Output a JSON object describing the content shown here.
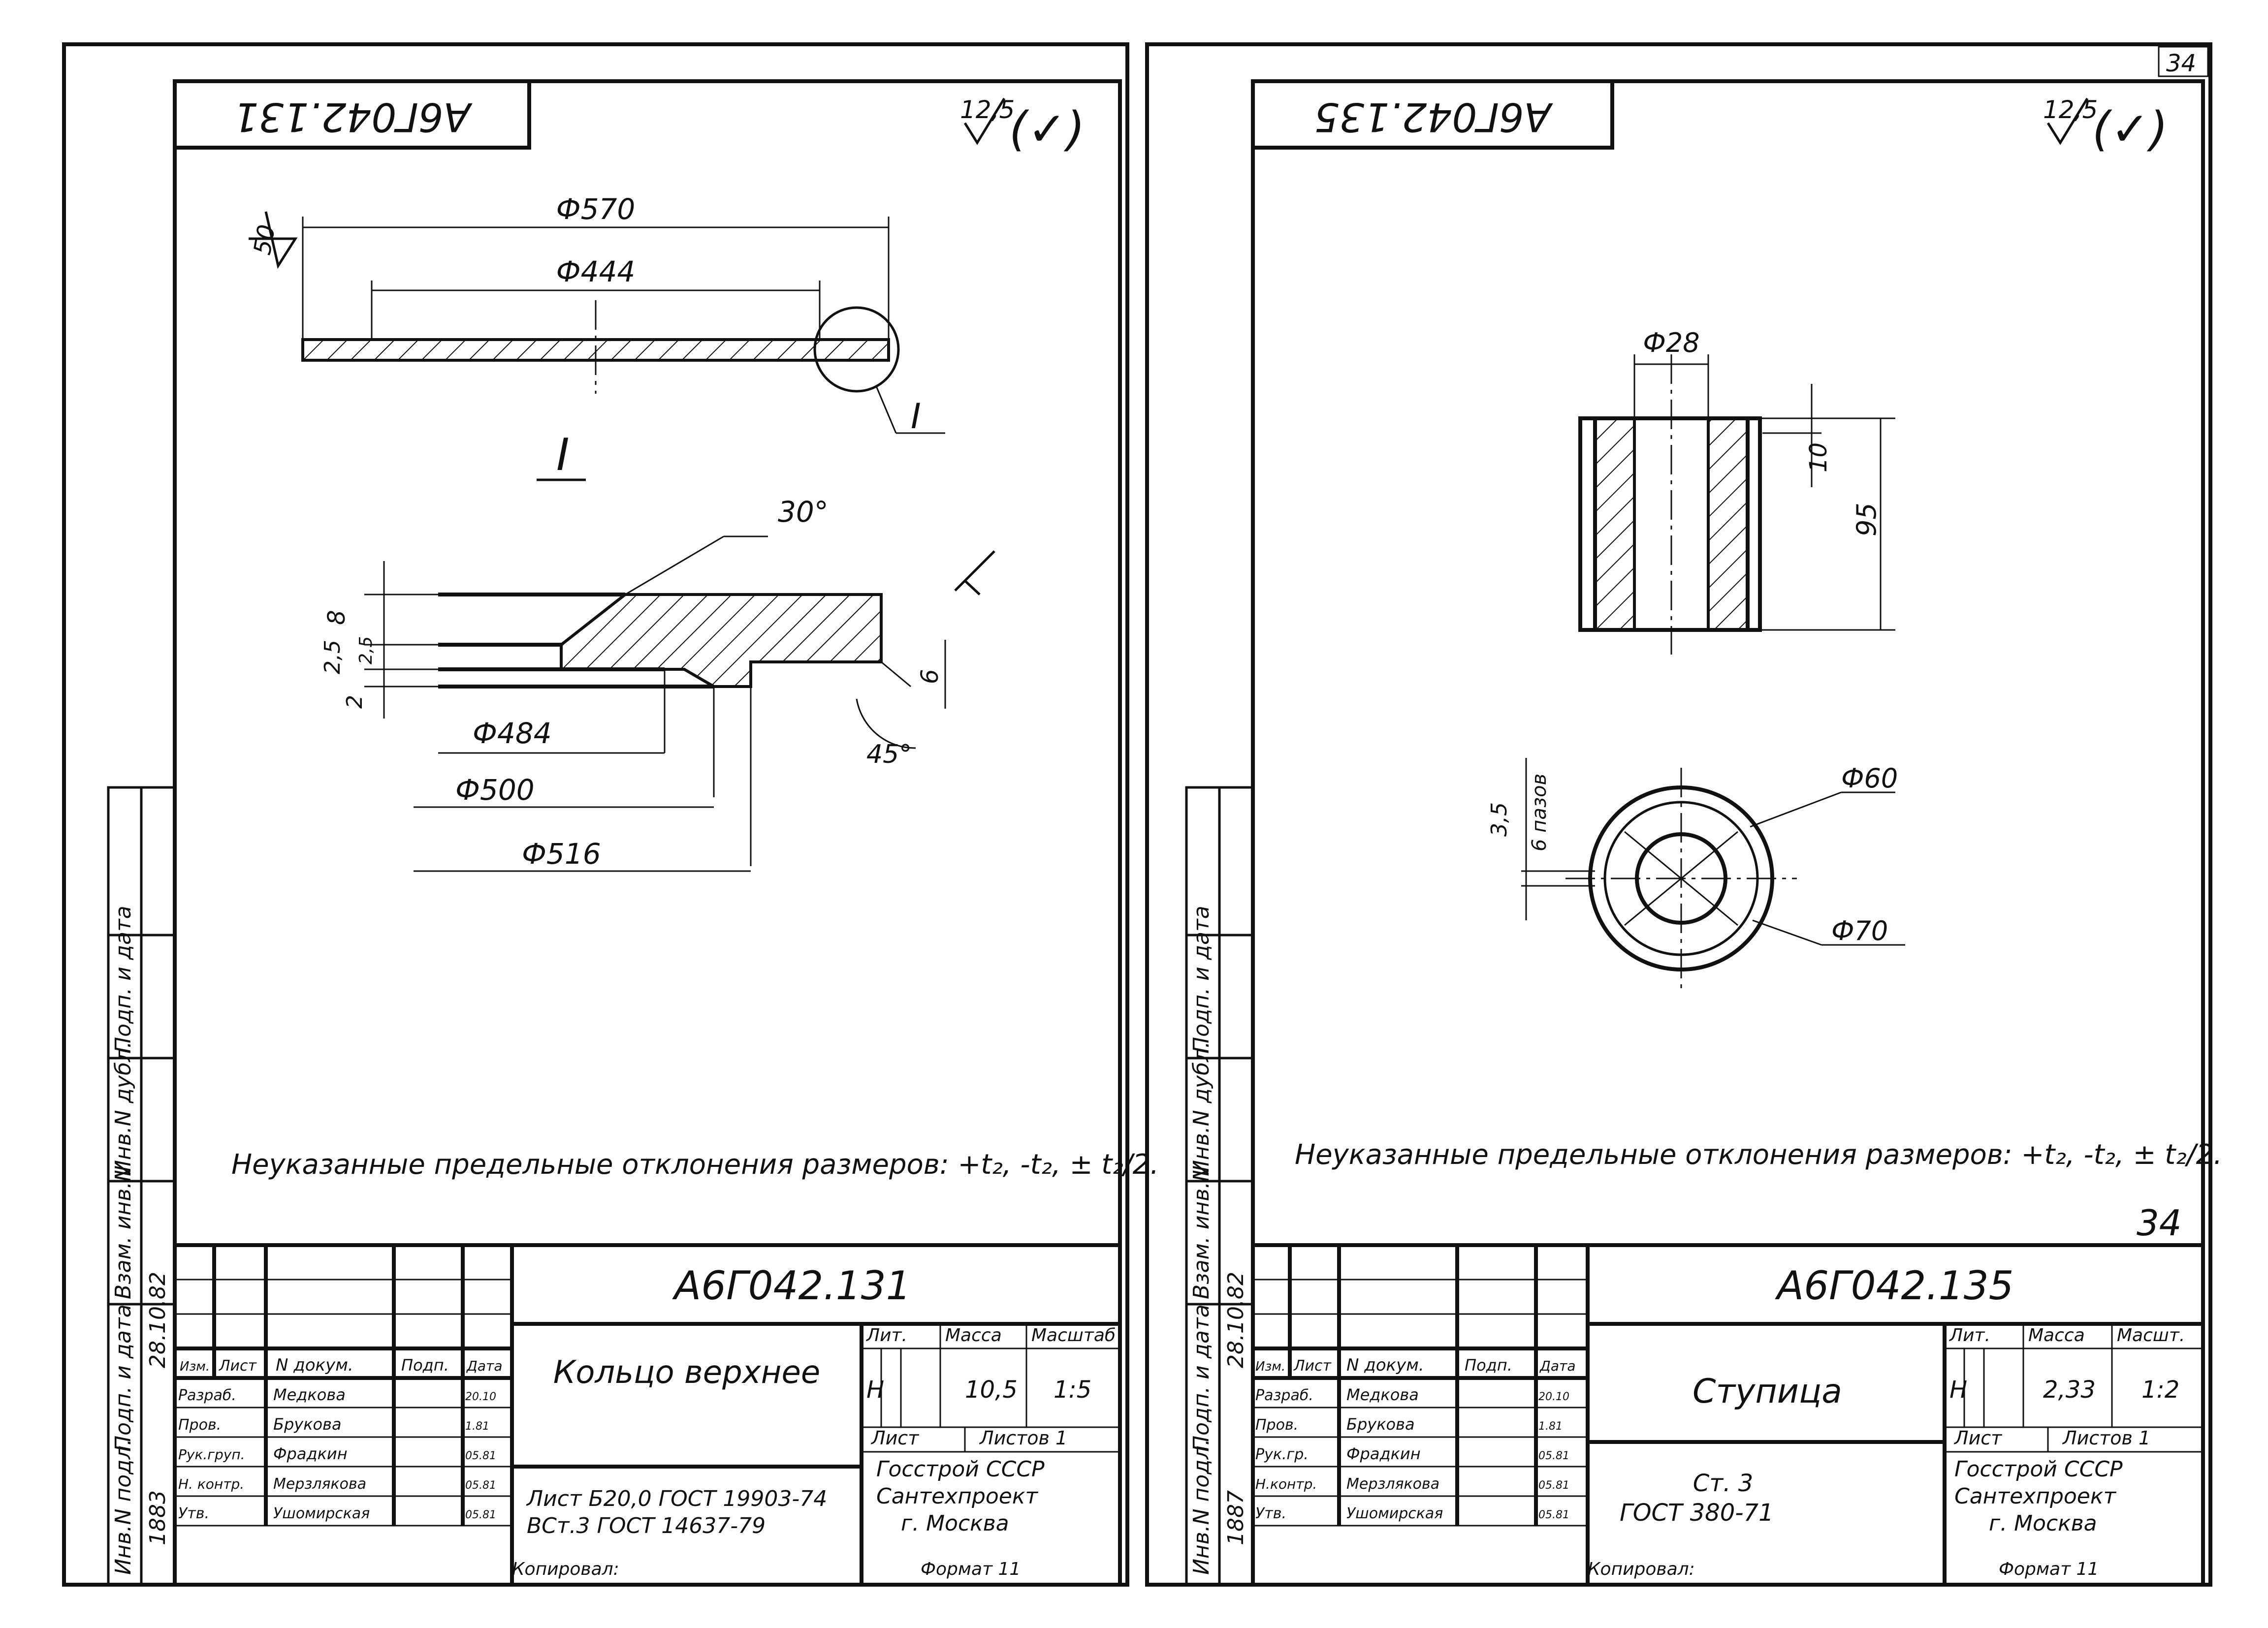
{
  "page_number": "34",
  "corner_number": "34",
  "left_sheet": {
    "header_code": "А6Г042.131",
    "roughness": "12,5",
    "roughness_mark": "(✓)",
    "surface_mark": "50",
    "dims": {
      "d570": "Ф570",
      "d444": "Ф444",
      "d484": "Ф484",
      "d500": "Ф500",
      "d516": "Ф516",
      "angle30": "30°",
      "angle45": "45°",
      "h8": "8",
      "h2_5a": "2,5",
      "h2_5b": "2,5",
      "h2": "2",
      "h6": "6"
    },
    "detail_label": "I",
    "detail_callout": "I",
    "note": "Неуказанные предельные отклонения размеров: +t₂, -t₂, ± t₂/2.",
    "title_block": {
      "code": "А6Г042.131",
      "name": "Кольцо верхнее",
      "material_1": "Лист Б20,0 ГОСТ 19903-74",
      "material_2": "ВСт.3 ГОСТ 14637-79",
      "lit_label": "Лит.",
      "mass_label": "Масса",
      "scale_label": "Масштаб",
      "lit_value": "Н",
      "mass_value": "10,5",
      "scale_value": "1:5",
      "sheet_label": "Лист",
      "sheets_label": "Листов 1",
      "org_1": "Госстрой СССР",
      "org_2": "Сантехпроект",
      "org_3": "г. Москва",
      "copied": "Копировал:",
      "format": "Формат 11",
      "head": [
        "Изм.",
        "Лист",
        "N докум.",
        "Подп.",
        "Дата"
      ],
      "roles": [
        {
          "role": "Разраб.",
          "name": "Медкова",
          "sign": "",
          "date": "20.10"
        },
        {
          "role": "Пров.",
          "name": "Брукова",
          "sign": "",
          "date": "1.81"
        },
        {
          "role": "Рук.груп.",
          "name": "Фрадкин",
          "sign": "",
          "date": "05.81"
        },
        {
          "role": "Н. контр.",
          "name": "Мерзлякова",
          "sign": "",
          "date": "05.81"
        },
        {
          "role": "Утв.",
          "name": "Ушомирская",
          "sign": "",
          "date": "05.81"
        }
      ]
    },
    "side_labels": [
      "Инв.N подл.",
      "Подп. и дата",
      "Взам. инв.N",
      "Инв.N дубл.",
      "Подп. и дата"
    ],
    "side_values": [
      "1883",
      "28.10.82"
    ]
  },
  "right_sheet": {
    "header_code": "А6Г042.135",
    "roughness": "12,5",
    "roughness_mark": "(✓)",
    "dims": {
      "d28": "Ф28",
      "h10": "10",
      "h95": "95",
      "slot": "3,5",
      "slot_count": "6 пазов",
      "d60": "Ф60",
      "d70": "Ф70"
    },
    "note": "Неуказанные предельные отклонения размеров: +t₂, -t₂, ± t₂/2.",
    "title_block": {
      "code": "А6Г042.135",
      "name": "Ступица",
      "material_1": "Ст. 3",
      "material_2": "ГОСТ 380-71",
      "lit_label": "Лит.",
      "mass_label": "Масса",
      "scale_label": "Масшт.",
      "lit_value": "Н",
      "mass_value": "2,33",
      "scale_value": "1:2",
      "sheet_label": "Лист",
      "sheets_label": "Листов 1",
      "org_1": "Госстрой СССР",
      "org_2": "Сантехпроект",
      "org_3": "г. Москва",
      "copied": "Копировал:",
      "format": "Формат 11",
      "head": [
        "Изм.",
        "Лист",
        "N докум.",
        "Подп.",
        "Дата"
      ],
      "roles": [
        {
          "role": "Разраб.",
          "name": "Медкова",
          "sign": "",
          "date": "20.10"
        },
        {
          "role": "Пров.",
          "name": "Брукова",
          "sign": "",
          "date": "1.81"
        },
        {
          "role": "Рук.гр.",
          "name": "Фрадкин",
          "sign": "",
          "date": "05.81"
        },
        {
          "role": "Н.контр.",
          "name": "Мерзлякова",
          "sign": "",
          "date": "05.81"
        },
        {
          "role": "Утв.",
          "name": "Ушомирская",
          "sign": "",
          "date": "05.81"
        }
      ]
    },
    "side_labels": [
      "Инв.N подл.",
      "Подп. и дата",
      "Взам. инв.N",
      "Инв.N дубл.",
      "Подп. и дата"
    ],
    "side_values": [
      "1887",
      "28.10.82"
    ]
  }
}
